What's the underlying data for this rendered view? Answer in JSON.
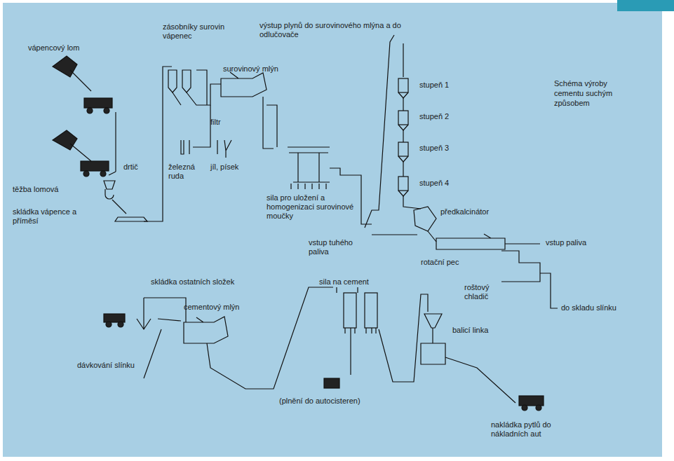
{
  "diagram": {
    "title": "Schéma výroby cementu suchým způsobem",
    "labels": [
      "vápencový lom",
      "drtič",
      "těžba lomová",
      "skládka vápence a příměsí",
      "zásobníky surovin vápenec",
      "surovinový mlýn",
      "filtr",
      "železná ruda",
      "jíl, písek",
      "sila pro uložení a homogenizaci surovinové moučky",
      "vstup tuhého paliva",
      "výstup plynů do surovinového mlýna a do odlučovače",
      "stupeň 1",
      "stupeň 2",
      "stupeň 3",
      "stupeň 4",
      "předkalcinátor",
      "rotační pec",
      "vstup paliva",
      "roštový chladič",
      "do skladu slínku",
      "skládka ostatních složek",
      "cementový mlýn",
      "dávkování slínku",
      "sila na cement",
      "(plnění do autocisteren)",
      "balicí linka",
      "nakládka pytlů do nákladních aut"
    ]
  }
}
